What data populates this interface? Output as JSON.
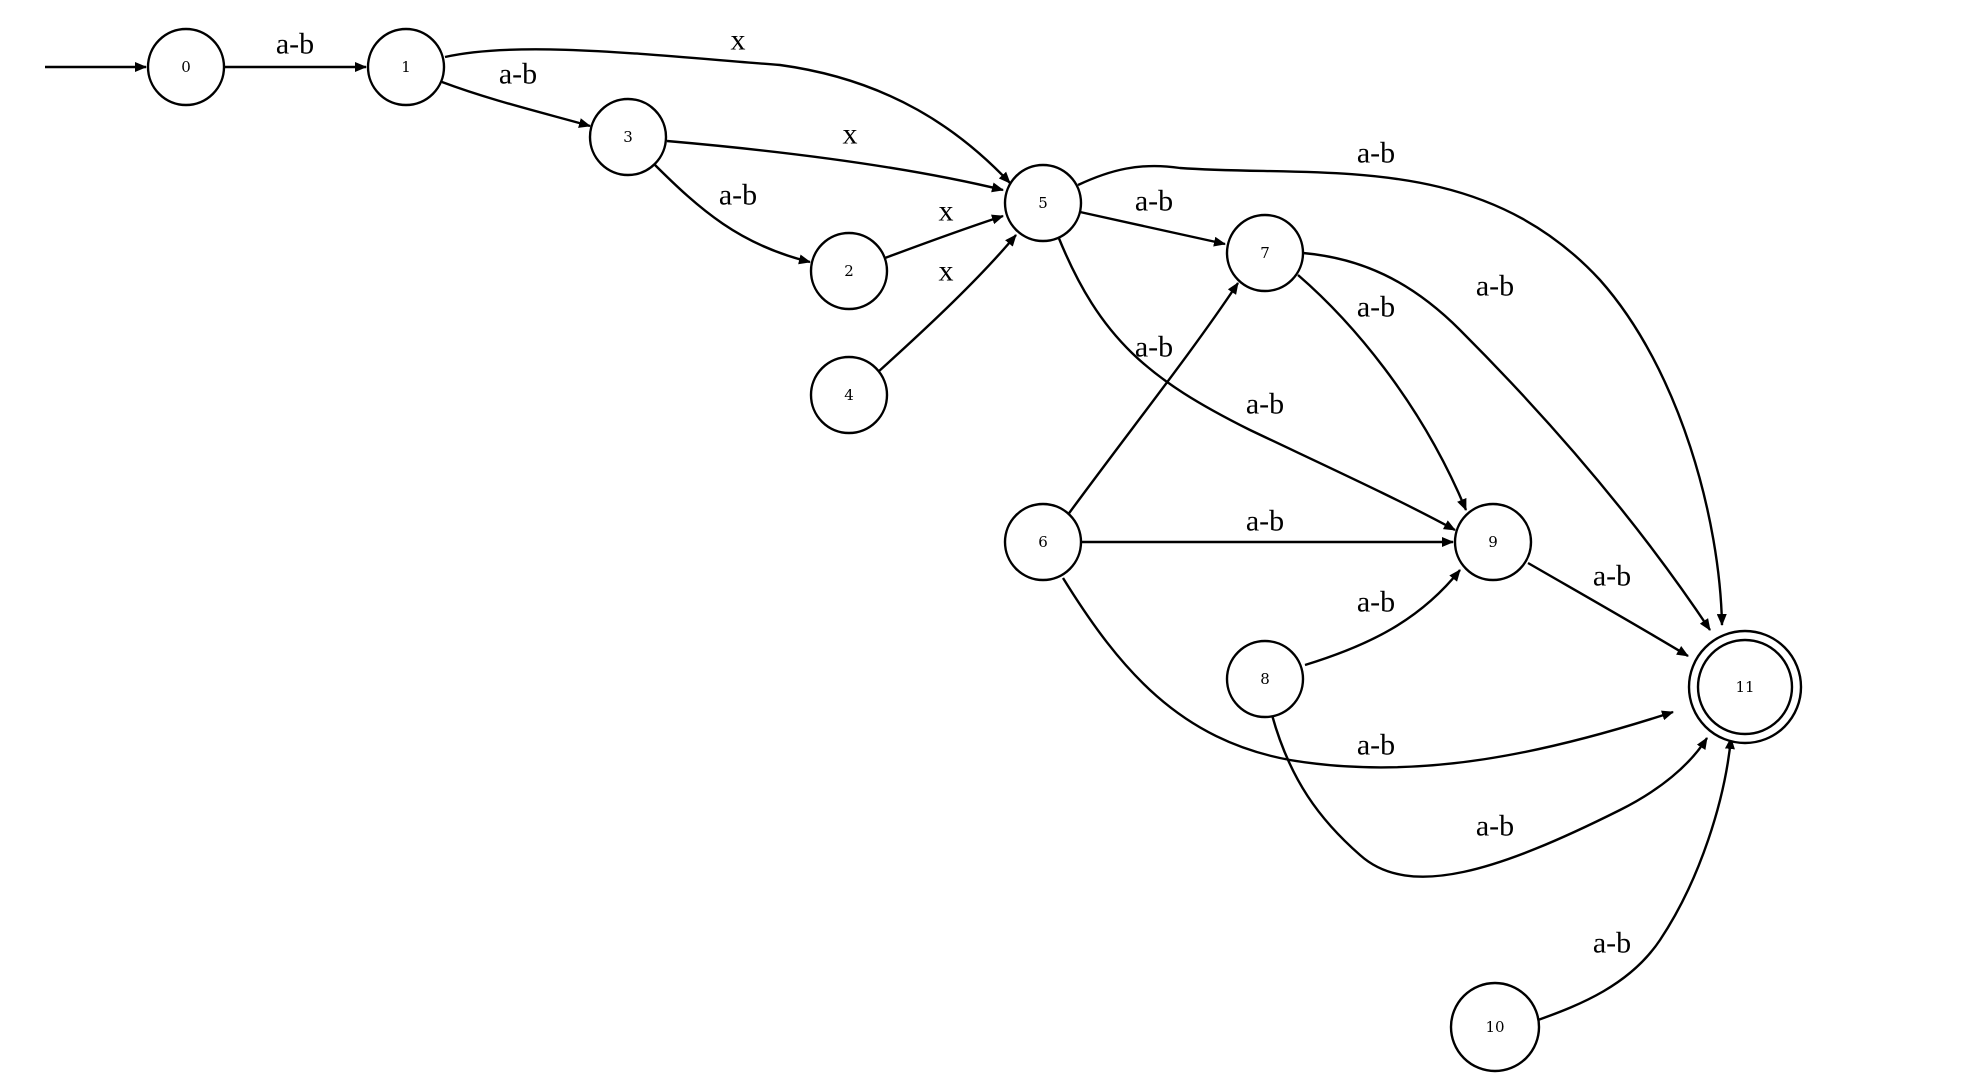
{
  "diagram": {
    "type": "finite-automaton",
    "initial_state": "0",
    "accepting_states": [
      "11"
    ],
    "states": [
      {
        "id": "s0",
        "label": "0"
      },
      {
        "id": "s1",
        "label": "1"
      },
      {
        "id": "s2",
        "label": "2"
      },
      {
        "id": "s3",
        "label": "3"
      },
      {
        "id": "s4",
        "label": "4"
      },
      {
        "id": "s5",
        "label": "5"
      },
      {
        "id": "s6",
        "label": "6"
      },
      {
        "id": "s7",
        "label": "7"
      },
      {
        "id": "s8",
        "label": "8"
      },
      {
        "id": "s9",
        "label": "9"
      },
      {
        "id": "s10",
        "label": "10"
      },
      {
        "id": "s11",
        "label": "11"
      }
    ],
    "transitions": [
      {
        "from": "0",
        "to": "1",
        "label": "a-b"
      },
      {
        "from": "1",
        "to": "5",
        "label": "x"
      },
      {
        "from": "1",
        "to": "3",
        "label": "a-b"
      },
      {
        "from": "3",
        "to": "5",
        "label": "x"
      },
      {
        "from": "3",
        "to": "2",
        "label": "a-b"
      },
      {
        "from": "2",
        "to": "5",
        "label": "x"
      },
      {
        "from": "4",
        "to": "5",
        "label": "x"
      },
      {
        "from": "5",
        "to": "11",
        "label": "a-b"
      },
      {
        "from": "5",
        "to": "7",
        "label": "a-b"
      },
      {
        "from": "5",
        "to": "9",
        "label": "a-b"
      },
      {
        "from": "7",
        "to": "11",
        "label": "a-b"
      },
      {
        "from": "7",
        "to": "9",
        "label": "a-b"
      },
      {
        "from": "6",
        "to": "7",
        "label": "a-b"
      },
      {
        "from": "6",
        "to": "9",
        "label": "a-b"
      },
      {
        "from": "6",
        "to": "11",
        "label": "a-b"
      },
      {
        "from": "8",
        "to": "9",
        "label": "a-b"
      },
      {
        "from": "8",
        "to": "11",
        "label": "a-b"
      },
      {
        "from": "9",
        "to": "11",
        "label": "a-b"
      },
      {
        "from": "10",
        "to": "11",
        "label": "a-b"
      }
    ]
  }
}
